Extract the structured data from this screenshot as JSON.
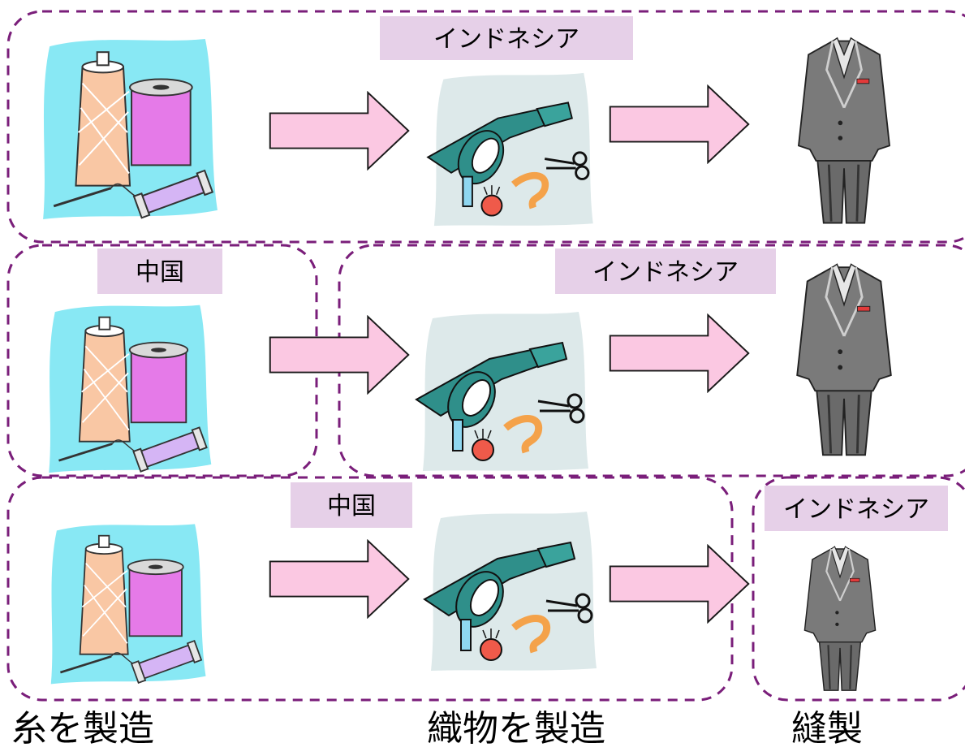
{
  "rows": [
    {
      "groups": [
        {
          "label": "インドネシア"
        }
      ]
    },
    {
      "groups": [
        {
          "label": "中国"
        },
        {
          "label": "インドネシア"
        }
      ]
    },
    {
      "groups": [
        {
          "label": "中国"
        },
        {
          "label": "インドネシア"
        }
      ]
    }
  ],
  "stages": {
    "yarn": "糸を製造",
    "fabric": "織物を製造",
    "sewing": "縫製"
  },
  "icons": {
    "yarn": "yarn-spools-icon",
    "fabric": "fabric-roll-icon",
    "suit": "suit-icon",
    "arrow": "right-arrow-icon"
  },
  "colors": {
    "label_bg": "#e6d0e8",
    "border": "#7a1e7a",
    "arrow_fill": "#fbc8e2",
    "yarn_bg": "#88e8f4",
    "fabric_teal": "#2f8f8a",
    "suit_gray": "#6e6e6e"
  }
}
